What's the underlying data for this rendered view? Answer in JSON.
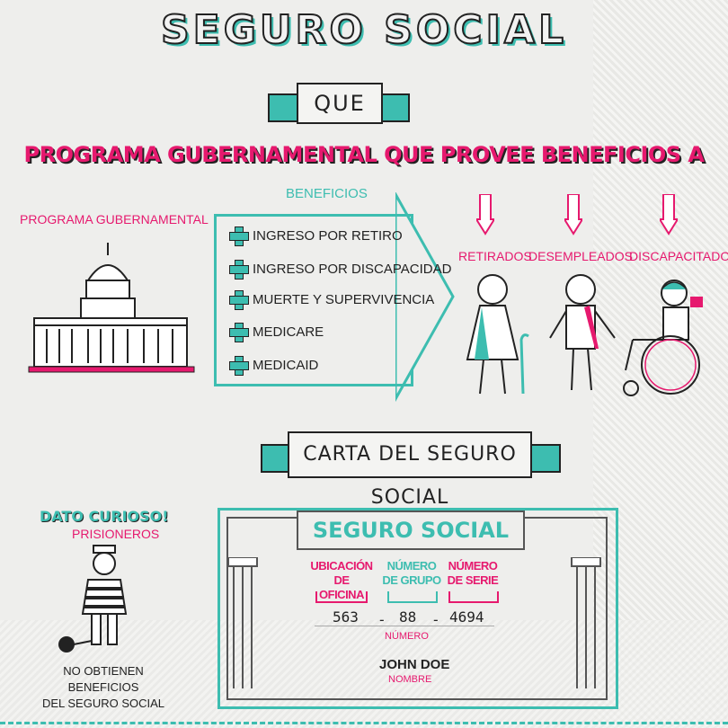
{
  "title": "SEGURO SOCIAL",
  "que_label": "QUE",
  "headline": "PROGRAMA GUBERNAMENTAL QUE PROVEE BENEFICIOS A",
  "government_label": "PROGRAMA GUBERNAMENTAL",
  "benefits_header": "BENEFICIOS",
  "benefits": [
    "INGRESO POR RETIRO",
    "INGRESO POR DISCAPACIDAD",
    "MUERTE Y SUPERVIVENCIA",
    "MEDICARE",
    "MEDICAID"
  ],
  "recipients": [
    "RETIRADOS",
    "DESEMPLEADOS",
    "DISCAPACITADOS"
  ],
  "carta_label": "CARTA DEL SEGURO SOCIAL",
  "fun_fact": {
    "title": "DATO CURIOSO!",
    "subtitle": "PRISIONEROS",
    "text_line1": "NO OBTIENEN BENEFICIOS",
    "text_line2": "DEL SEGURO SOCIAL"
  },
  "card": {
    "title": "SEGURO SOCIAL",
    "col1_line1": "UBICACIÓN",
    "col1_line2": "DE OFICINA",
    "col2_line1": "NÚMERO",
    "col2_line2": "DE GRUPO",
    "col3_line1": "NÚMERO",
    "col3_line2": "DE SERIE",
    "num1": "563",
    "num2": "88",
    "num3": "4694",
    "sep": "-",
    "number_label": "NÚMERO",
    "name": "JOHN DOE",
    "name_label": "NOMBRE"
  },
  "colors": {
    "pink": "#e6196e",
    "teal": "#3dbdb0",
    "ink": "#222222"
  }
}
